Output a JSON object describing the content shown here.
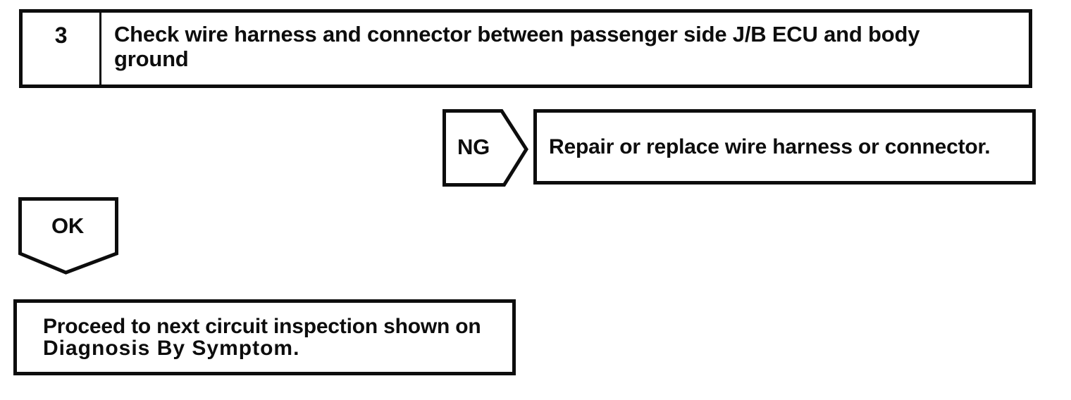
{
  "page": {
    "background": "#ffffff",
    "ink_color": "#0d0d0d"
  },
  "step_box": {
    "number": "3",
    "title_lines": [
      "Check wire harness and connector between passenger side J/B ECU and body",
      "ground"
    ]
  },
  "ng_branch": {
    "connector_label": "NG",
    "result_text": "Repair or replace wire harness or connector."
  },
  "ok_branch": {
    "connector_label": "OK",
    "result_lines": [
      "Proceed to next circuit inspection shown on",
      "Diagnosis By Symptom."
    ]
  }
}
